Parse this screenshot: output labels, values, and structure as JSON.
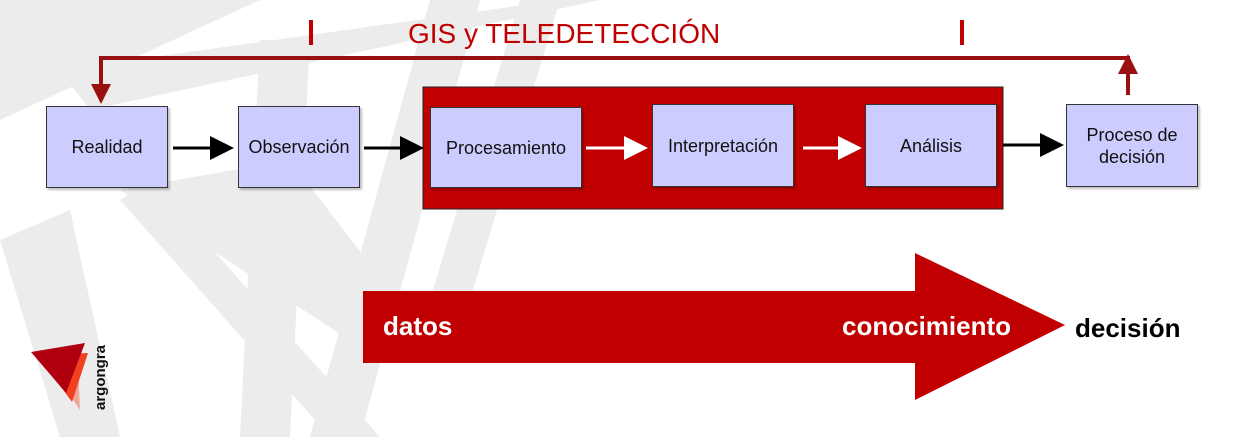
{
  "title": "GIS y TELEDETECCIÓN",
  "boxes": {
    "realidad": "Realidad",
    "observacion": "Observación",
    "procesamiento": "Procesamiento",
    "interpretacion": "Interpretación",
    "analisis": "Análisis",
    "decision_process": "Proceso de decisión"
  },
  "big_arrow": {
    "start": "datos",
    "end": "conocimiento",
    "outcome": "decisión"
  },
  "logo": {
    "text": "argongra"
  },
  "colors": {
    "accent": "#c00000",
    "feedback": "#9a1010",
    "box_fill": "#ccccff"
  }
}
